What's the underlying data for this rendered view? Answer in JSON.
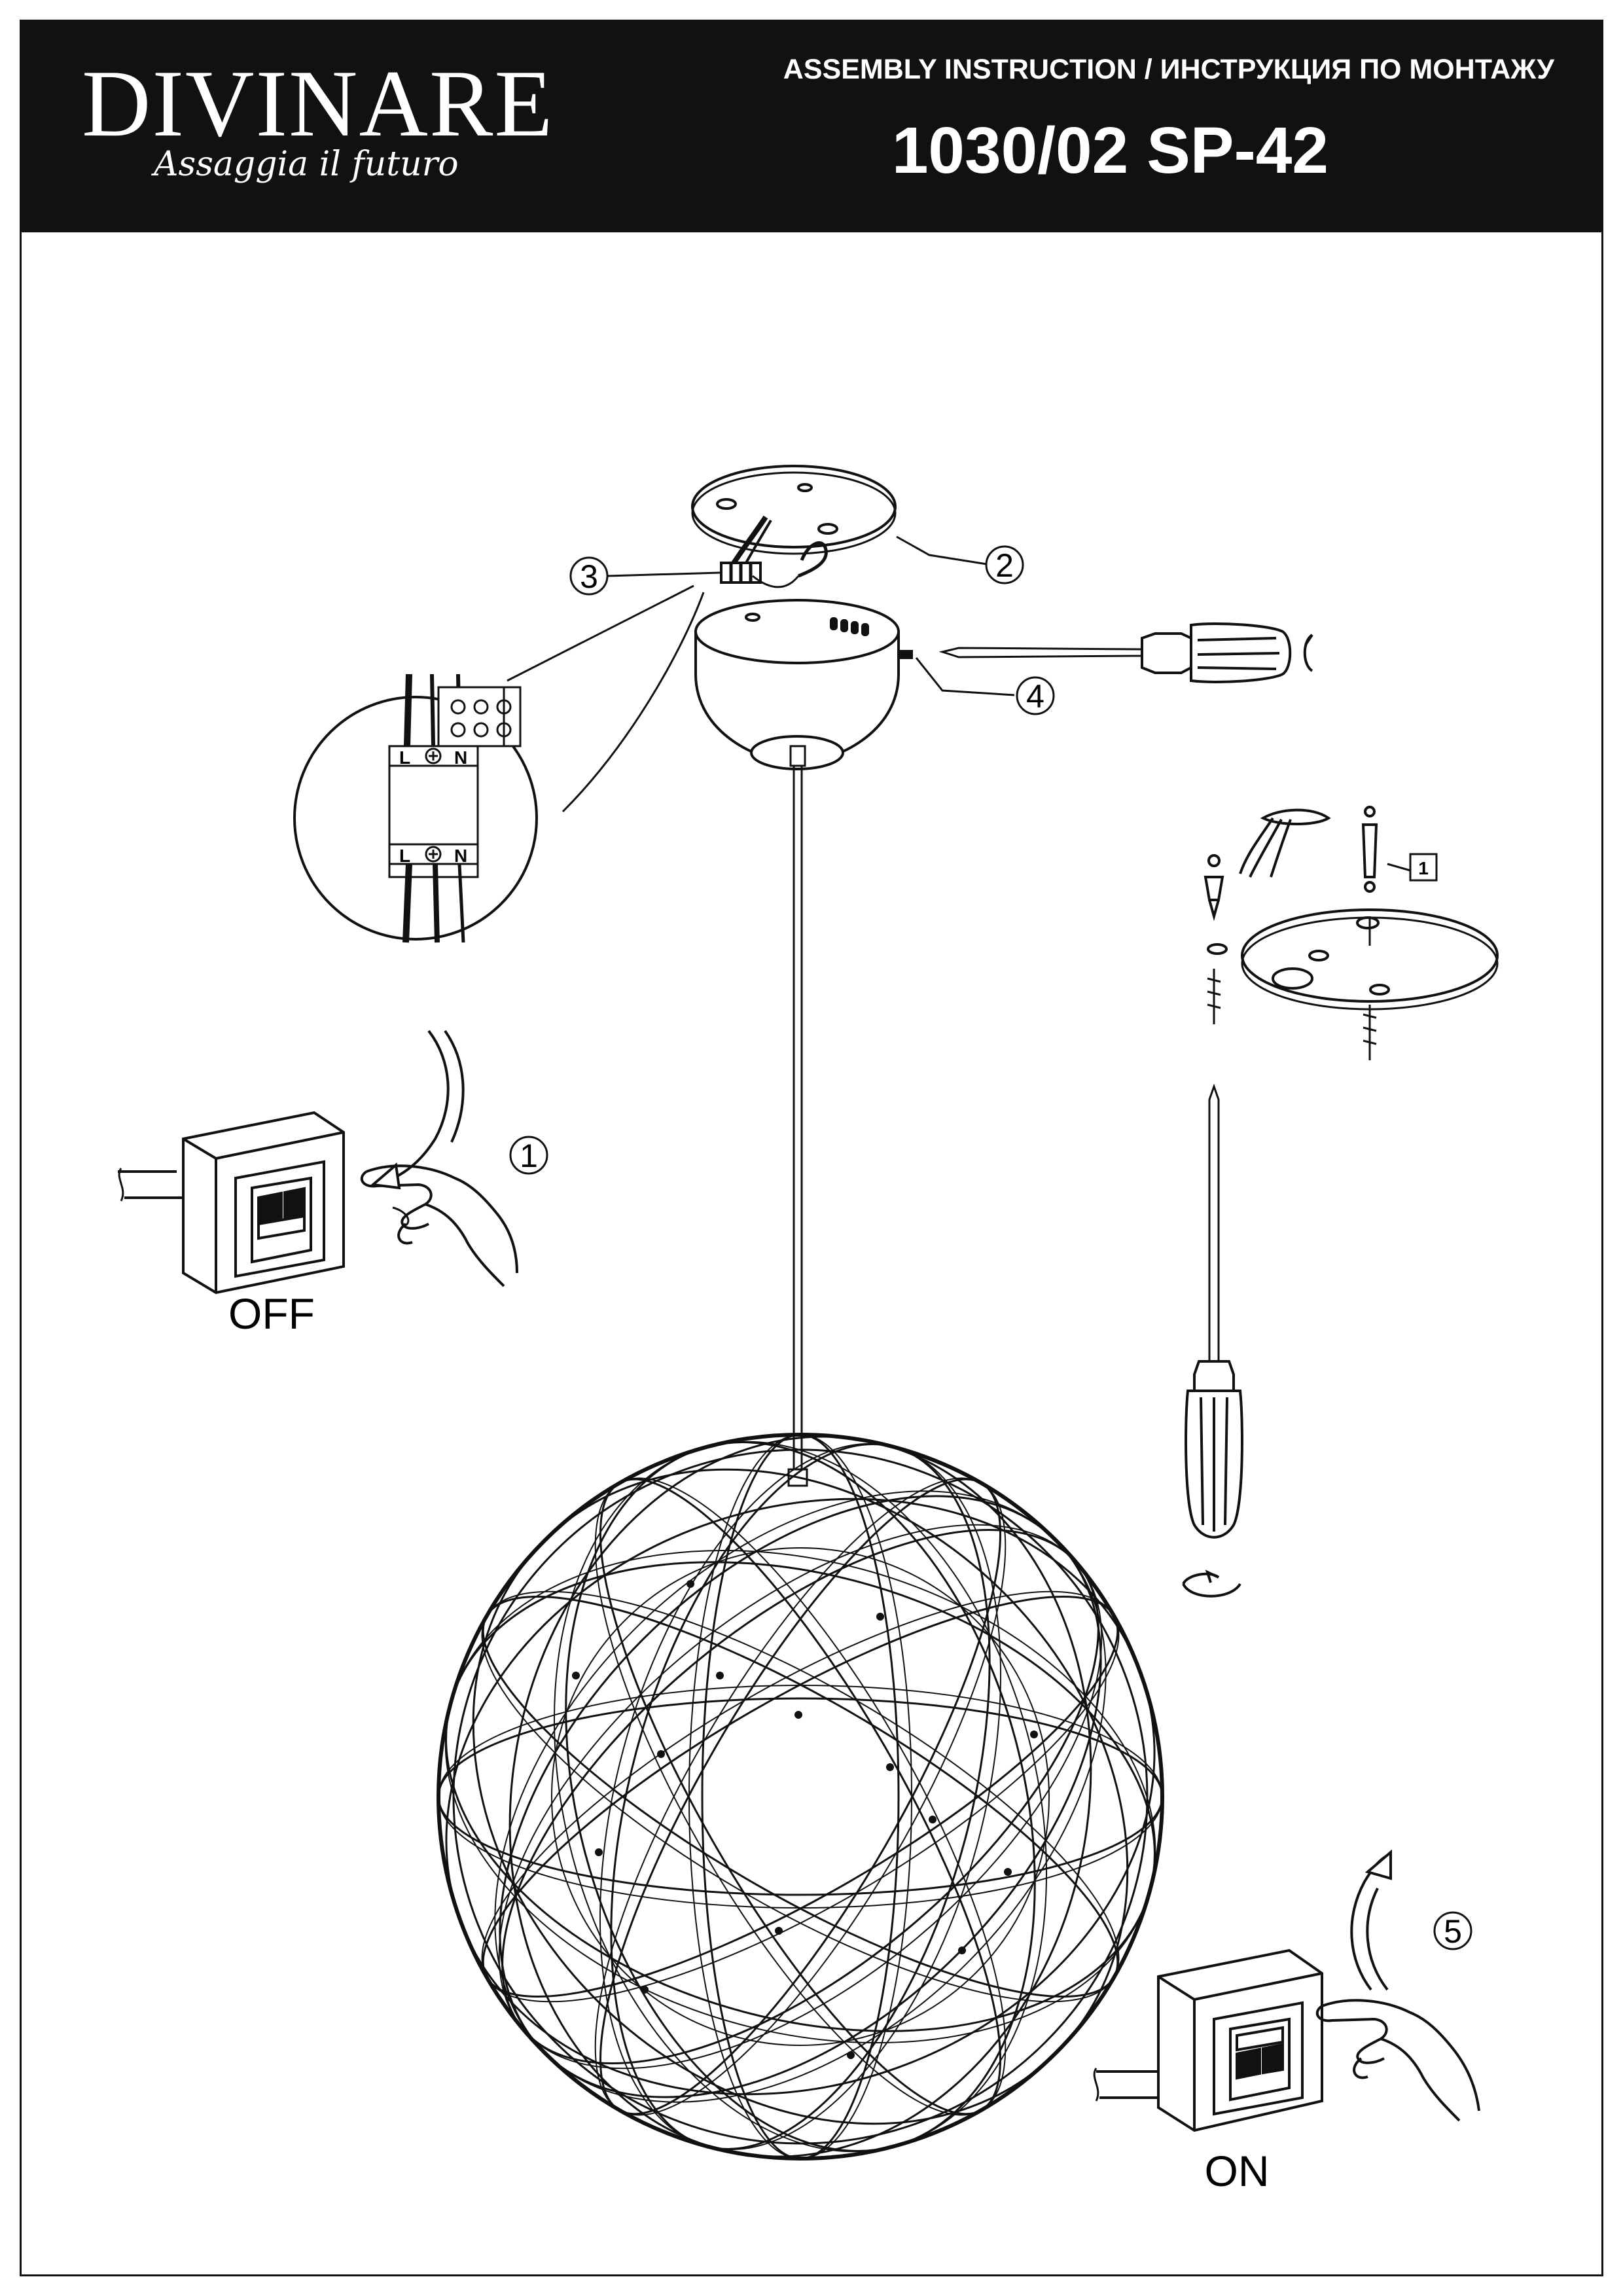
{
  "header": {
    "brand": "DIVINARE",
    "tagline": "Assaggia il futuro",
    "title": "ASSEMBLY INSTRUCTION / ИНСТРУКЦИЯ ПО МОНТАЖУ",
    "model": "1030/02 SP-42"
  },
  "callouts": {
    "c1": "1",
    "c2": "2",
    "c3": "3",
    "c4": "4",
    "c5": "5",
    "c_small": "1"
  },
  "terminal": {
    "l": "L",
    "n": "N"
  },
  "switch_labels": {
    "off": "OFF",
    "on": "ON"
  },
  "colors": {
    "header_bg": "#111111",
    "ink": "#111111",
    "paper": "#ffffff"
  }
}
